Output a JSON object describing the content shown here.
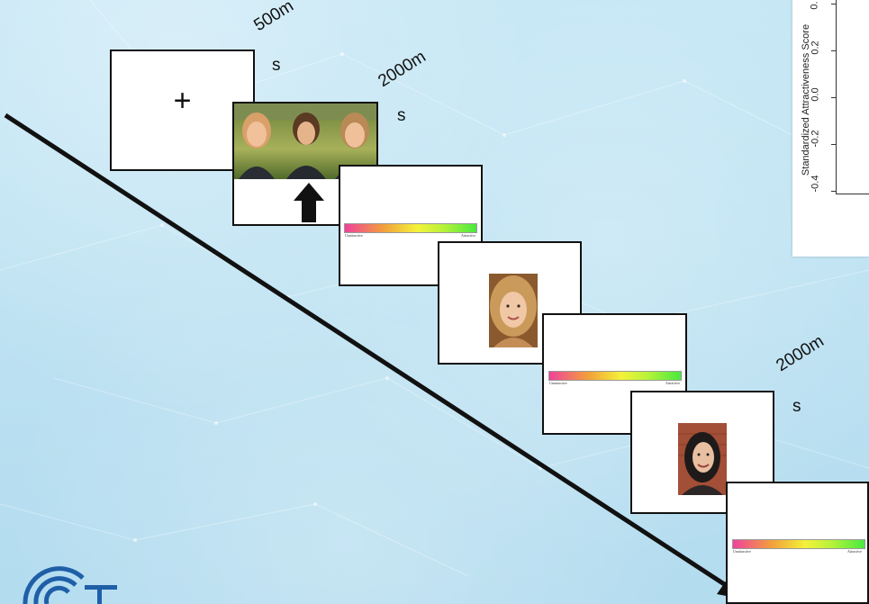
{
  "timings": {
    "fixation": {
      "line1": "500m",
      "line2": "s"
    },
    "group": {
      "line1": "2000m",
      "line2": "s"
    },
    "face": {
      "line1": "2000m",
      "line2": "s"
    }
  },
  "fixation_symbol": "+",
  "rating_scale": {
    "low_label": "Unattractive",
    "high_label": "Attractive"
  },
  "chart_fragment": {
    "ylabel": "Standardized Attractiveness Score",
    "ticks": [
      "-0.4",
      "-0.2",
      "0.0",
      "0.2",
      "0."
    ]
  },
  "colors": {
    "scale_start": "#f0419a",
    "scale_mid": "#f4f23a",
    "scale_end": "#48ea3e",
    "background": "#bfe3f2"
  }
}
